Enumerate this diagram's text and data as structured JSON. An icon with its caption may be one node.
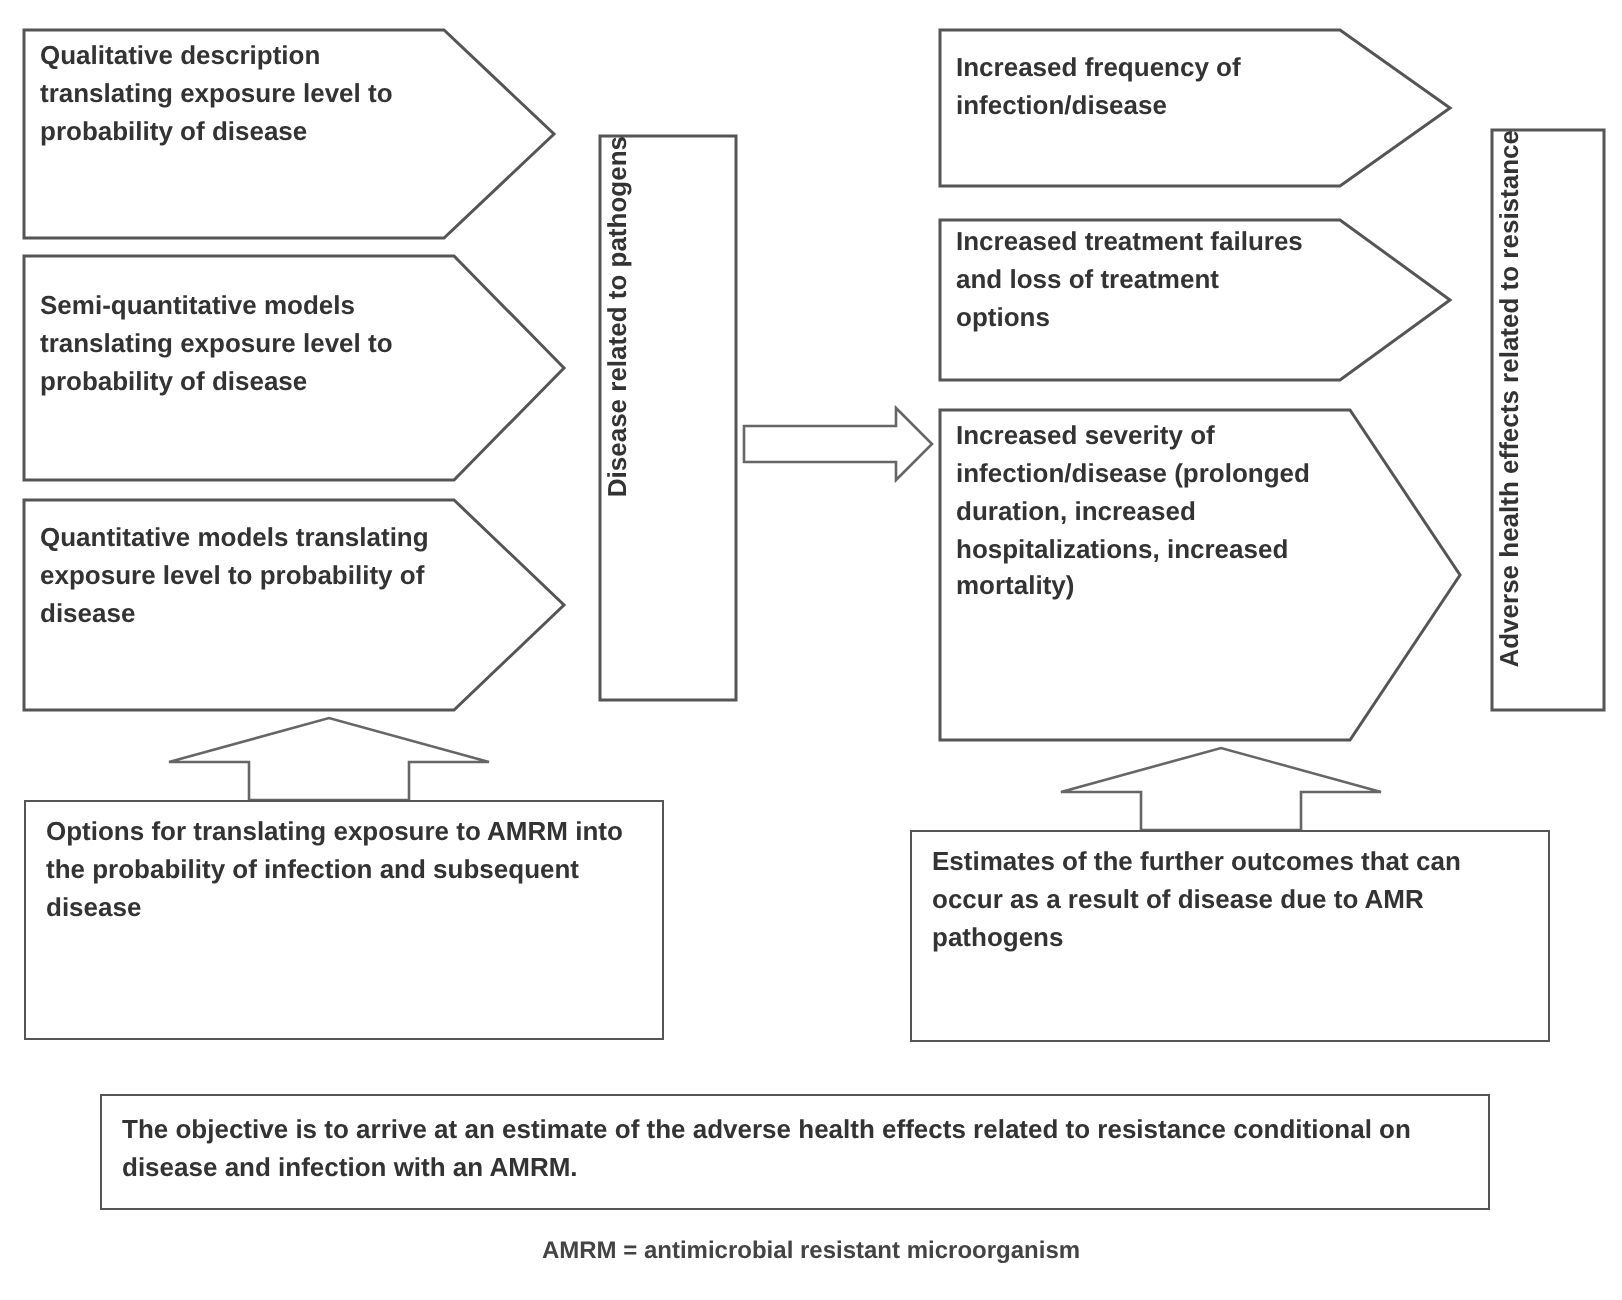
{
  "diagram": {
    "nodes": [
      {
        "text": [
          "Qualitative description translating exposure level to probability of disease"
        ]
      },
      {
        "text": [
          "Semi-quantitative models translating exposure level to probability of disease"
        ]
      },
      {
        "text": [
          "Quantitative models translating exposure level to probability of disease"
        ]
      },
      {
        "text": [
          "Disease related to pathogens"
        ]
      },
      {
        "text": [
          "Increased frequency of infection/disease"
        ]
      },
      {
        "text": [
          "Increased treatment failures and loss of treatment options"
        ]
      },
      {
        "text": [
          "Increased severity of infection/disease (prolonged duration, increased hospitalizations, increased mortality)"
        ]
      },
      {
        "text": [
          "Adverse health effects related to resistance"
        ]
      },
      {
        "text": [
          "Options for translating exposure to AMRM into the probability of infection and subsequent disease"
        ]
      },
      {
        "text": [
          "Estimates of the further outcomes that can occur as a result of disease due to AMR pathogens"
        ]
      },
      {
        "text": [
          "The objective is to arrive at an estimate of the adverse health effects related to resistance conditional on disease and infection with an AMRM."
        ]
      }
    ],
    "edges": [
      {
        "from": 3,
        "to": 6,
        "arrow": "to"
      },
      {
        "from": 8,
        "to": 2,
        "arrow": "to"
      },
      {
        "from": 9,
        "to": 6,
        "arrow": "to"
      }
    ],
    "labels": [
      "AMRM = antimicrobial resistant microorganism"
    ]
  }
}
